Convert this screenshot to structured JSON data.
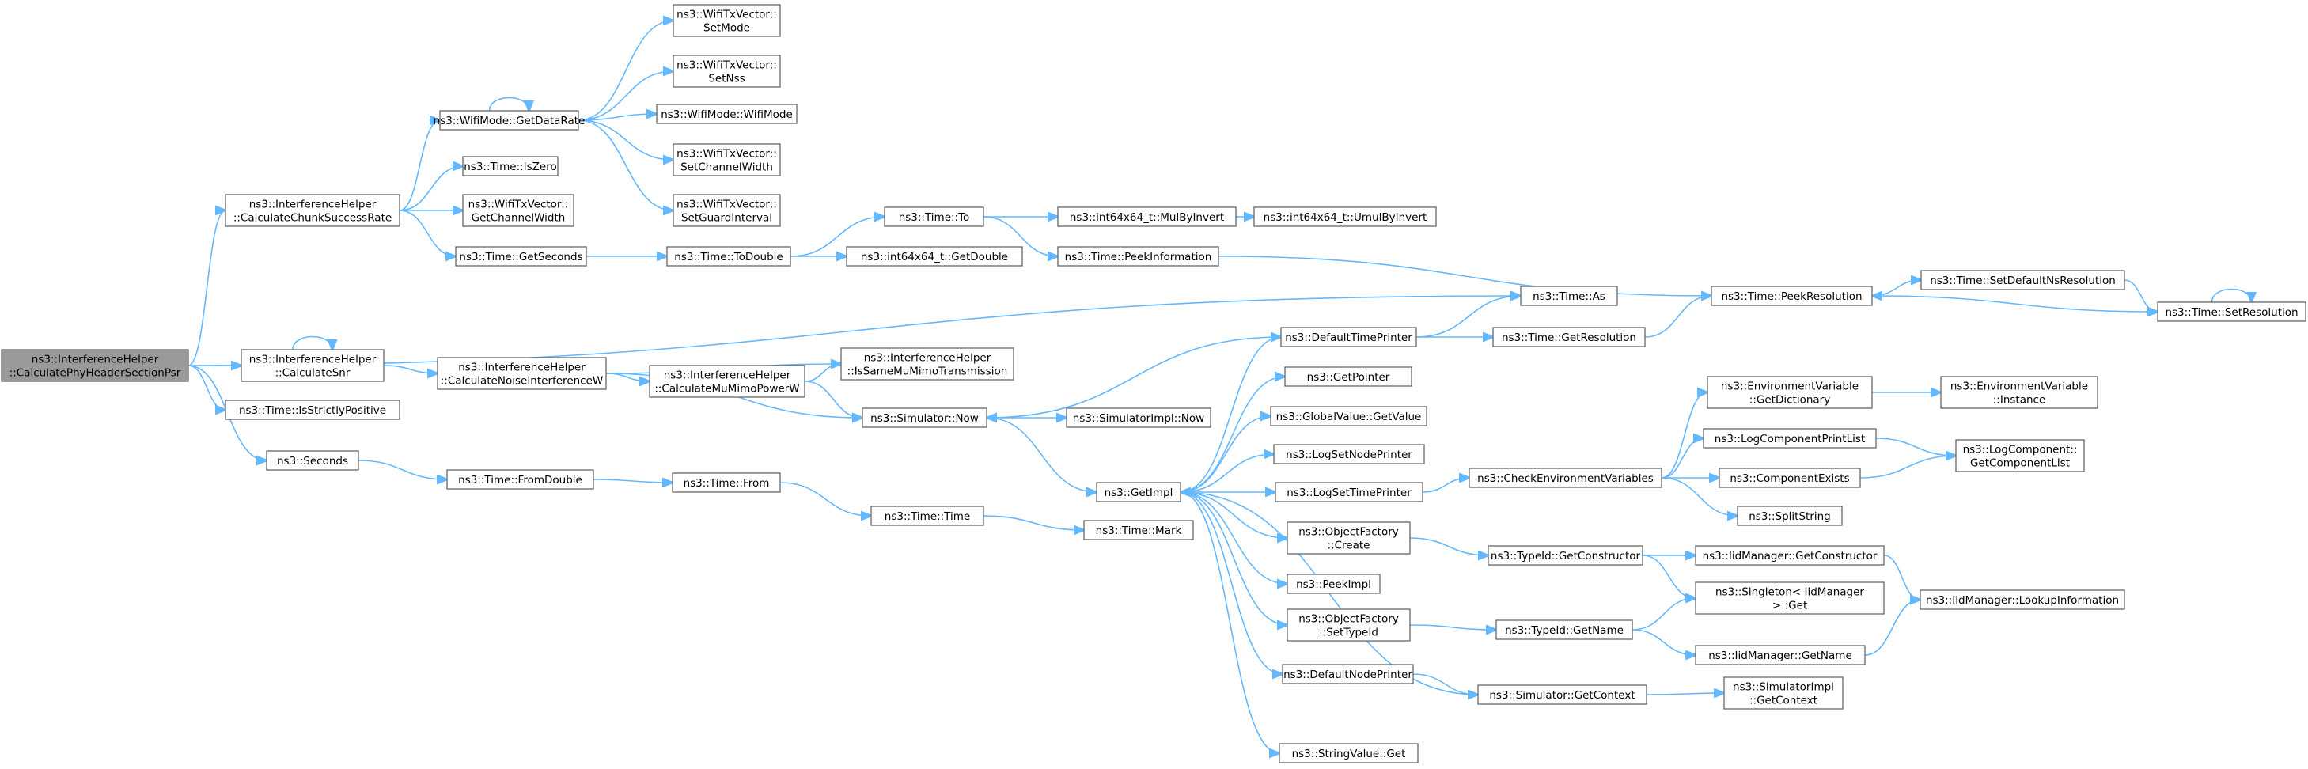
{
  "graph": {
    "root": "root",
    "nodes": [
      {
        "id": "root",
        "lines": [
          "ns3::InterferenceHelper",
          "::CalculatePhyHeaderSectionPsr"
        ]
      },
      {
        "id": "ccsr",
        "lines": [
          "ns3::InterferenceHelper",
          "::CalculateChunkSuccessRate"
        ]
      },
      {
        "id": "csnr",
        "lines": [
          "ns3::InterferenceHelper",
          "::CalculateSnr"
        ]
      },
      {
        "id": "isp",
        "lines": [
          "ns3::Time::IsStrictlyPositive"
        ]
      },
      {
        "id": "seconds",
        "lines": [
          "ns3::Seconds"
        ]
      },
      {
        "id": "getdatarate",
        "lines": [
          "ns3::WifiMode::GetDataRate"
        ]
      },
      {
        "id": "iszero",
        "lines": [
          "ns3::Time::IsZero"
        ]
      },
      {
        "id": "getchw",
        "lines": [
          "ns3::WifiTxVector::",
          "GetChannelWidth"
        ]
      },
      {
        "id": "getseconds",
        "lines": [
          "ns3::Time::GetSeconds"
        ]
      },
      {
        "id": "setmode",
        "lines": [
          "ns3::WifiTxVector::",
          "SetMode"
        ]
      },
      {
        "id": "setnss",
        "lines": [
          "ns3::WifiTxVector::",
          "SetNss"
        ]
      },
      {
        "id": "wifimode",
        "lines": [
          "ns3::WifiMode::WifiMode"
        ]
      },
      {
        "id": "setchw",
        "lines": [
          "ns3::WifiTxVector::",
          "SetChannelWidth"
        ]
      },
      {
        "id": "setgi",
        "lines": [
          "ns3::WifiTxVector::",
          "SetGuardInterval"
        ]
      },
      {
        "id": "todouble",
        "lines": [
          "ns3::Time::ToDouble"
        ]
      },
      {
        "id": "timeto",
        "lines": [
          "ns3::Time::To"
        ]
      },
      {
        "id": "int64getdouble",
        "lines": [
          "ns3::int64x64_t::GetDouble"
        ]
      },
      {
        "id": "mulbyinvert",
        "lines": [
          "ns3::int64x64_t::MulByInvert"
        ]
      },
      {
        "id": "umulbyinvert",
        "lines": [
          "ns3::int64x64_t::UmulByInvert"
        ]
      },
      {
        "id": "peekinfo",
        "lines": [
          "ns3::Time::PeekInformation"
        ]
      },
      {
        "id": "timeas",
        "lines": [
          "ns3::Time::As"
        ]
      },
      {
        "id": "peekres",
        "lines": [
          "ns3::Time::PeekResolution"
        ]
      },
      {
        "id": "setdefnsres",
        "lines": [
          "ns3::Time::SetDefaultNsResolution"
        ]
      },
      {
        "id": "setres",
        "lines": [
          "ns3::Time::SetResolution"
        ]
      },
      {
        "id": "calcniw",
        "lines": [
          "ns3::InterferenceHelper",
          "::CalculateNoiseInterferenceW"
        ]
      },
      {
        "id": "calcmmpw",
        "lines": [
          "ns3::InterferenceHelper",
          "::CalculateMuMimoPowerW"
        ]
      },
      {
        "id": "issamemm",
        "lines": [
          "ns3::InterferenceHelper",
          "::IsSameMuMimoTransmission"
        ]
      },
      {
        "id": "simnow",
        "lines": [
          "ns3::Simulator::Now"
        ]
      },
      {
        "id": "simimplnow",
        "lines": [
          "ns3::SimulatorImpl::Now"
        ]
      },
      {
        "id": "getimpl",
        "lines": [
          "ns3::GetImpl"
        ]
      },
      {
        "id": "deftimeprinter",
        "lines": [
          "ns3::DefaultTimePrinter"
        ]
      },
      {
        "id": "getres",
        "lines": [
          "ns3::Time::GetResolution"
        ]
      },
      {
        "id": "getpointer",
        "lines": [
          "ns3::GetPointer"
        ]
      },
      {
        "id": "gvgetvalue",
        "lines": [
          "ns3::GlobalValue::GetValue"
        ]
      },
      {
        "id": "logsetnode",
        "lines": [
          "ns3::LogSetNodePrinter"
        ]
      },
      {
        "id": "logsettime",
        "lines": [
          "ns3::LogSetTimePrinter"
        ]
      },
      {
        "id": "checkenv",
        "lines": [
          "ns3::CheckEnvironmentVariables"
        ]
      },
      {
        "id": "envgetdict",
        "lines": [
          "ns3::EnvironmentVariable",
          "::GetDictionary"
        ]
      },
      {
        "id": "envinstance",
        "lines": [
          "ns3::EnvironmentVariable",
          "::Instance"
        ]
      },
      {
        "id": "logcompprint",
        "lines": [
          "ns3::LogComponentPrintList"
        ]
      },
      {
        "id": "compexists",
        "lines": [
          "ns3::ComponentExists"
        ]
      },
      {
        "id": "getcomplist",
        "lines": [
          "ns3::LogComponent::",
          "GetComponentList"
        ]
      },
      {
        "id": "splitstring",
        "lines": [
          "ns3::SplitString"
        ]
      },
      {
        "id": "ofcreate",
        "lines": [
          "ns3::ObjectFactory",
          "::Create"
        ]
      },
      {
        "id": "typeidgetctor",
        "lines": [
          "ns3::TypeId::GetConstructor"
        ]
      },
      {
        "id": "iidgetctor",
        "lines": [
          "ns3::IidManager::GetConstructor"
        ]
      },
      {
        "id": "singletonget",
        "lines": [
          "ns3::Singleton< IidManager",
          ">::Get"
        ]
      },
      {
        "id": "lookupinfo",
        "lines": [
          "ns3::IidManager::LookupInformation"
        ]
      },
      {
        "id": "peekimpl",
        "lines": [
          "ns3::PeekImpl"
        ]
      },
      {
        "id": "ofsettypeid",
        "lines": [
          "ns3::ObjectFactory",
          "::SetTypeId"
        ]
      },
      {
        "id": "typeidgetname",
        "lines": [
          "ns3::TypeId::GetName"
        ]
      },
      {
        "id": "iidgetname",
        "lines": [
          "ns3::IidManager::GetName"
        ]
      },
      {
        "id": "defnodeprinter",
        "lines": [
          "ns3::DefaultNodePrinter"
        ]
      },
      {
        "id": "simgetctx",
        "lines": [
          "ns3::Simulator::GetContext"
        ]
      },
      {
        "id": "simimplgetctx",
        "lines": [
          "ns3::SimulatorImpl",
          "::GetContext"
        ]
      },
      {
        "id": "strvalget",
        "lines": [
          "ns3::StringValue::Get"
        ]
      },
      {
        "id": "fromdouble",
        "lines": [
          "ns3::Time::FromDouble"
        ]
      },
      {
        "id": "timefrom",
        "lines": [
          "ns3::Time::From"
        ]
      },
      {
        "id": "timetime",
        "lines": [
          "ns3::Time::Time"
        ]
      },
      {
        "id": "timemark",
        "lines": [
          "ns3::Time::Mark"
        ]
      }
    ],
    "edges": [
      [
        "root",
        "ccsr"
      ],
      [
        "root",
        "csnr"
      ],
      [
        "root",
        "isp"
      ],
      [
        "root",
        "seconds"
      ],
      [
        "root",
        "timeas"
      ],
      [
        "ccsr",
        "getdatarate"
      ],
      [
        "ccsr",
        "iszero"
      ],
      [
        "ccsr",
        "getchw"
      ],
      [
        "ccsr",
        "getseconds"
      ],
      [
        "getdatarate",
        "getdatarate"
      ],
      [
        "getdatarate",
        "setmode"
      ],
      [
        "getdatarate",
        "setnss"
      ],
      [
        "getdatarate",
        "wifimode"
      ],
      [
        "getdatarate",
        "setchw"
      ],
      [
        "getdatarate",
        "setgi"
      ],
      [
        "getseconds",
        "todouble"
      ],
      [
        "todouble",
        "timeto"
      ],
      [
        "todouble",
        "int64getdouble"
      ],
      [
        "timeto",
        "mulbyinvert"
      ],
      [
        "timeto",
        "peekinfo"
      ],
      [
        "mulbyinvert",
        "umulbyinvert"
      ],
      [
        "peekinfo",
        "peekres"
      ],
      [
        "peekres",
        "setdefnsres"
      ],
      [
        "setdefnsres",
        "setres"
      ],
      [
        "setres",
        "peekres"
      ],
      [
        "setres",
        "setres"
      ],
      [
        "csnr",
        "csnr"
      ],
      [
        "csnr",
        "calcniw"
      ],
      [
        "calcniw",
        "issamemm"
      ],
      [
        "calcniw",
        "calcmmpw"
      ],
      [
        "calcniw",
        "simnow"
      ],
      [
        "calcmmpw",
        "issamemm"
      ],
      [
        "calcmmpw",
        "simnow"
      ],
      [
        "simnow",
        "simimplnow"
      ],
      [
        "simnow",
        "getimpl"
      ],
      [
        "getimpl",
        "deftimeprinter"
      ],
      [
        "getimpl",
        "getpointer"
      ],
      [
        "getimpl",
        "gvgetvalue"
      ],
      [
        "getimpl",
        "logsetnode"
      ],
      [
        "getimpl",
        "logsettime"
      ],
      [
        "getimpl",
        "ofcreate"
      ],
      [
        "getimpl",
        "peekimpl"
      ],
      [
        "getimpl",
        "ofsettypeid"
      ],
      [
        "getimpl",
        "defnodeprinter"
      ],
      [
        "getimpl",
        "strvalget"
      ],
      [
        "deftimeprinter",
        "timeas"
      ],
      [
        "deftimeprinter",
        "getres"
      ],
      [
        "deftimeprinter",
        "simnow"
      ],
      [
        "getres",
        "peekres"
      ],
      [
        "logsettime",
        "checkenv"
      ],
      [
        "checkenv",
        "envgetdict"
      ],
      [
        "checkenv",
        "logcompprint"
      ],
      [
        "checkenv",
        "compexists"
      ],
      [
        "checkenv",
        "splitstring"
      ],
      [
        "envgetdict",
        "envinstance"
      ],
      [
        "logcompprint",
        "getcomplist"
      ],
      [
        "compexists",
        "getcomplist"
      ],
      [
        "ofcreate",
        "typeidgetctor"
      ],
      [
        "typeidgetctor",
        "iidgetctor"
      ],
      [
        "typeidgetctor",
        "singletonget"
      ],
      [
        "iidgetctor",
        "lookupinfo"
      ],
      [
        "ofsettypeid",
        "typeidgetname"
      ],
      [
        "typeidgetname",
        "singletonget"
      ],
      [
        "typeidgetname",
        "iidgetname"
      ],
      [
        "iidgetname",
        "lookupinfo"
      ],
      [
        "defnodeprinter",
        "simgetctx"
      ],
      [
        "simgetctx",
        "simimplgetctx"
      ],
      [
        "simgetctx",
        "getimpl"
      ],
      [
        "seconds",
        "fromdouble"
      ],
      [
        "fromdouble",
        "timefrom"
      ],
      [
        "timefrom",
        "timetime"
      ],
      [
        "timetime",
        "timemark"
      ]
    ]
  }
}
